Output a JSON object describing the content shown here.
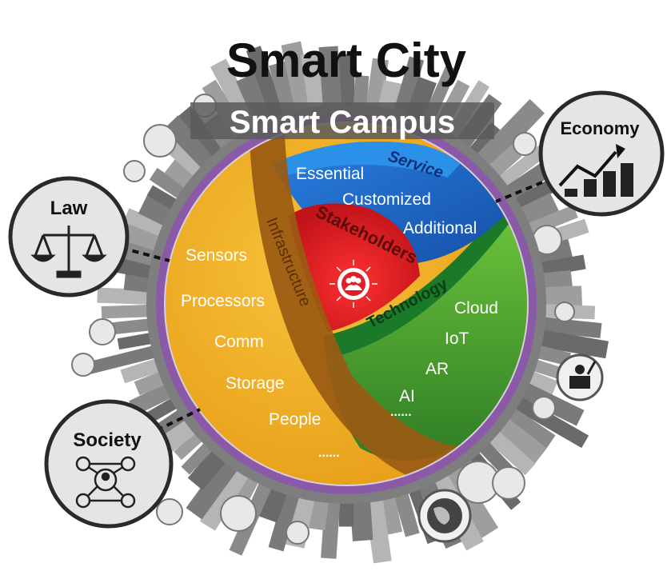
{
  "title": "Smart City",
  "subtitle": "Smart Campus",
  "layers": {
    "service": {
      "label": "Service",
      "items": [
        "Essential",
        "Customized",
        "Additional"
      ]
    },
    "stakeholders": {
      "label": "Stakeholders"
    },
    "technology": {
      "label": "Technology",
      "items": [
        "Cloud",
        "IoT",
        "AR",
        "AI",
        "......"
      ]
    },
    "infrastructure": {
      "label": "Infrastructure",
      "items": [
        "Sensors",
        "Processors",
        "Comm",
        "Storage",
        "People",
        "......"
      ]
    }
  },
  "external": {
    "law": "Law",
    "economy": "Economy",
    "society": "Society"
  },
  "icons": {
    "law": "scales-icon",
    "economy": "growth-chart-icon",
    "society": "network-people-icon",
    "stakeholders": "group-people-icon",
    "globe": "globe-icon",
    "person": "person-podium-icon"
  },
  "colors": {
    "ring": "#8a5aa8",
    "infrastructure": "#f0a81c",
    "service": "#1f6fd0",
    "stakeholders": "#e01e24",
    "technology": "#3a9c2f",
    "infra_band": "#9a5a12"
  }
}
